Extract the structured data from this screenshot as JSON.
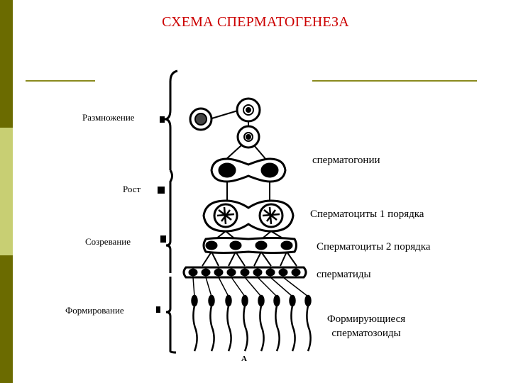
{
  "title": "СХЕМА СПЕРМАТОГЕНЕЗА",
  "colors": {
    "title": "#cc0000",
    "sidebar_dark": "#6b6b00",
    "sidebar_light": "#c8cf73",
    "rule": "#8a8a1e"
  },
  "stages": [
    {
      "label": "Размножение"
    },
    {
      "label": "Рост"
    },
    {
      "label": "Созревание"
    },
    {
      "label": "Формирование"
    }
  ],
  "cell_labels": [
    {
      "text": "сперматогонии"
    },
    {
      "text": "Сперматоциты 1 порядка"
    },
    {
      "text": "Сперматоциты 2 порядка"
    },
    {
      "text": "сперматиды"
    },
    {
      "text": "Формирующиеся сперматозоиды"
    }
  ],
  "bottom_letter": "А"
}
